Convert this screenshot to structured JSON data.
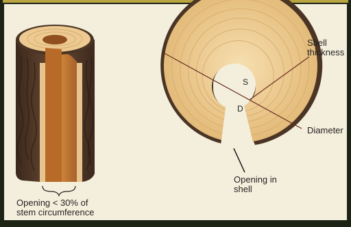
{
  "labels": {
    "opening_percent": [
      "Opening < 30% of",
      "stem circumference"
    ],
    "shell_thickness": [
      "Shell",
      "thickness"
    ],
    "diameter": "Diameter",
    "opening_in_shell": [
      "Opening in",
      "shell"
    ],
    "s_marker": "S",
    "d_marker": "D"
  },
  "colors": {
    "panel": "#f4efdc",
    "frame": "#1d2415",
    "frame_top": "#b9a642",
    "bark": "#4a3424",
    "wood": "#e8c58c",
    "heart_cavity": "#c0762c"
  }
}
